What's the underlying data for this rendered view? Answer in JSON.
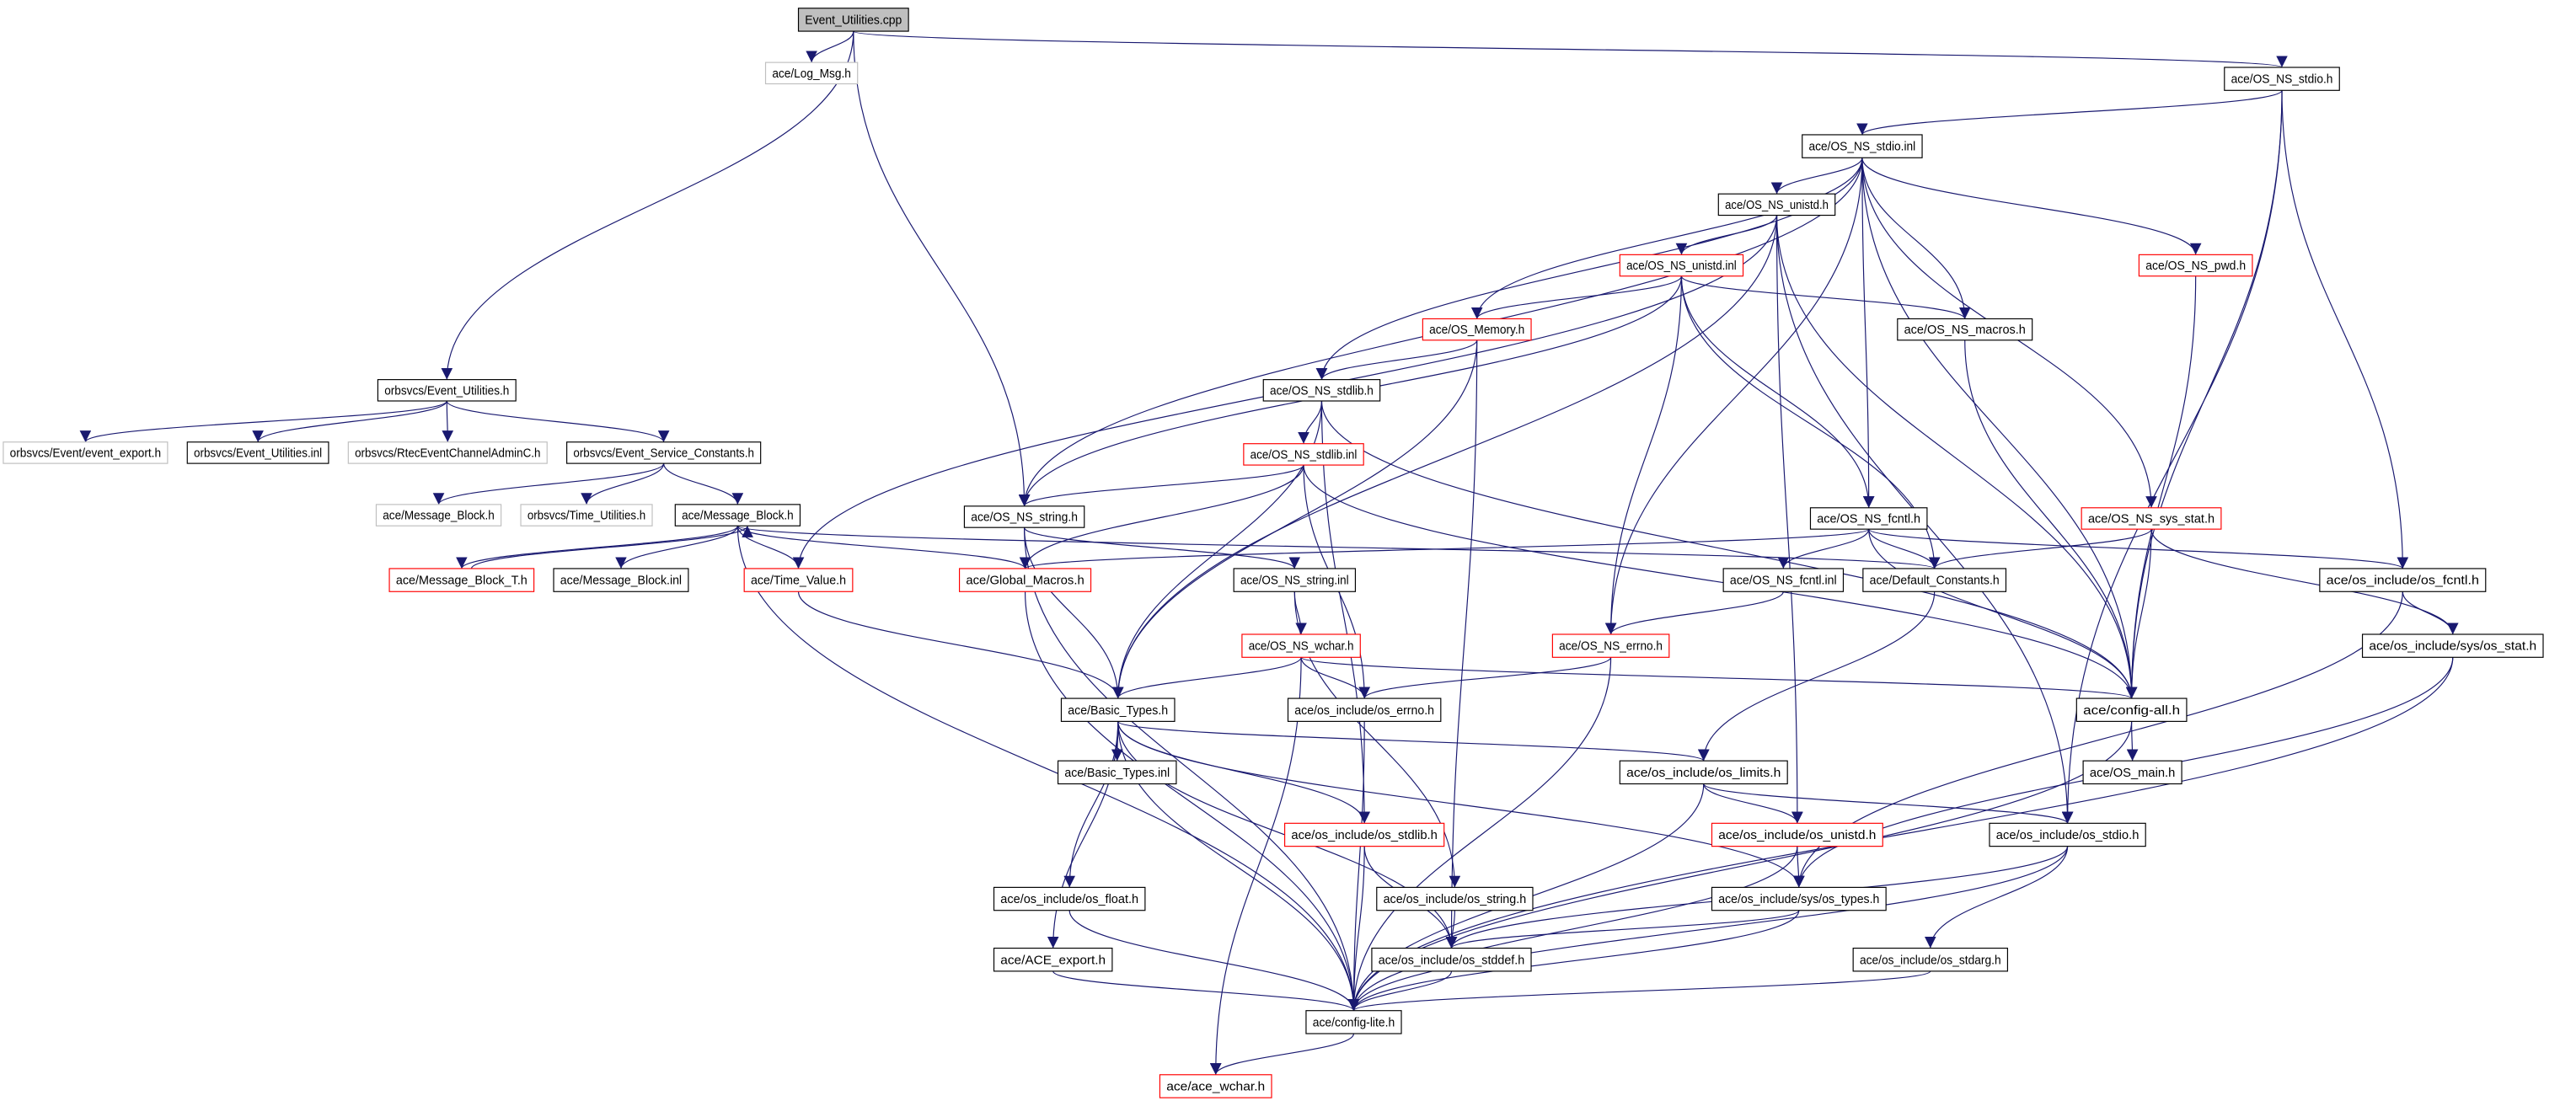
{
  "title": "Event_Utilities.cpp include dependency graph",
  "colors": {
    "edge": "#191970",
    "normal_border": "#000000",
    "red_border": "#ff0000",
    "gray_border": "#bfbfbf",
    "root_fill": "#bfbfbf"
  },
  "nodes": [
    {
      "id": "cpp",
      "label": "Event_Utilities.cpp",
      "style": "root"
    },
    {
      "id": "logmsg",
      "label": "ace/Log_Msg.h",
      "style": "gray"
    },
    {
      "id": "stdio_h",
      "label": "ace/OS_NS_stdio.h",
      "style": "normal"
    },
    {
      "id": "stdio_inl",
      "label": "ace/OS_NS_stdio.inl",
      "style": "normal"
    },
    {
      "id": "unistd_h",
      "label": "ace/OS_NS_unistd.h",
      "style": "normal"
    },
    {
      "id": "unistd_inl",
      "label": "ace/OS_NS_unistd.inl",
      "style": "red"
    },
    {
      "id": "pwd",
      "label": "ace/OS_NS_pwd.h",
      "style": "red"
    },
    {
      "id": "memory",
      "label": "ace/OS_Memory.h",
      "style": "red"
    },
    {
      "id": "macros",
      "label": "ace/OS_NS_macros.h",
      "style": "normal"
    },
    {
      "id": "stdlib_h",
      "label": "ace/OS_NS_stdlib.h",
      "style": "normal"
    },
    {
      "id": "eu_h",
      "label": "orbsvcs/Event_Utilities.h",
      "style": "normal"
    },
    {
      "id": "ev_export",
      "label": "orbsvcs/Event/event_export.h",
      "style": "gray"
    },
    {
      "id": "eu_inl",
      "label": "orbsvcs/Event_Utilities.inl",
      "style": "normal"
    },
    {
      "id": "rtec",
      "label": "orbsvcs/RtecEventChannelAdminC.h",
      "style": "gray"
    },
    {
      "id": "esc",
      "label": "orbsvcs/Event_Service_Constants.h",
      "style": "normal"
    },
    {
      "id": "stdlib_inl",
      "label": "ace/OS_NS_stdlib.inl",
      "style": "red"
    },
    {
      "id": "mb_gray",
      "label": "ace/Message_Block.h",
      "style": "gray"
    },
    {
      "id": "time_util",
      "label": "orbsvcs/Time_Utilities.h",
      "style": "gray"
    },
    {
      "id": "mb",
      "label": "ace/Message_Block.h",
      "style": "normal"
    },
    {
      "id": "string_h",
      "label": "ace/OS_NS_string.h",
      "style": "normal"
    },
    {
      "id": "fcntl_h",
      "label": "ace/OS_NS_fcntl.h",
      "style": "normal"
    },
    {
      "id": "sys_stat",
      "label": "ace/OS_NS_sys_stat.h",
      "style": "red"
    },
    {
      "id": "mb_t",
      "label": "ace/Message_Block_T.h",
      "style": "red"
    },
    {
      "id": "mb_inl",
      "label": "ace/Message_Block.inl",
      "style": "normal"
    },
    {
      "id": "time_value",
      "label": "ace/Time_Value.h",
      "style": "red"
    },
    {
      "id": "global_macros",
      "label": "ace/Global_Macros.h",
      "style": "red"
    },
    {
      "id": "string_inl",
      "label": "ace/OS_NS_string.inl",
      "style": "normal"
    },
    {
      "id": "fcntl_inl",
      "label": "ace/OS_NS_fcntl.inl",
      "style": "normal"
    },
    {
      "id": "default_const",
      "label": "ace/Default_Constants.h",
      "style": "normal"
    },
    {
      "id": "os_fcntl",
      "label": "ace/os_include/os_fcntl.h",
      "style": "normal"
    },
    {
      "id": "wchar_h",
      "label": "ace/OS_NS_wchar.h",
      "style": "red"
    },
    {
      "id": "errno_h",
      "label": "ace/OS_NS_errno.h",
      "style": "red"
    },
    {
      "id": "os_stat",
      "label": "ace/os_include/sys/os_stat.h",
      "style": "normal"
    },
    {
      "id": "basic_types",
      "label": "ace/Basic_Types.h",
      "style": "normal"
    },
    {
      "id": "os_errno",
      "label": "ace/os_include/os_errno.h",
      "style": "normal"
    },
    {
      "id": "config_all",
      "label": "ace/config-all.h",
      "style": "normal"
    },
    {
      "id": "basic_types_inl",
      "label": "ace/Basic_Types.inl",
      "style": "normal"
    },
    {
      "id": "os_limits",
      "label": "ace/os_include/os_limits.h",
      "style": "normal"
    },
    {
      "id": "os_main",
      "label": "ace/OS_main.h",
      "style": "normal"
    },
    {
      "id": "os_stdlib",
      "label": "ace/os_include/os_stdlib.h",
      "style": "red"
    },
    {
      "id": "os_unistd",
      "label": "ace/os_include/os_unistd.h",
      "style": "red"
    },
    {
      "id": "os_stdio",
      "label": "ace/os_include/os_stdio.h",
      "style": "normal"
    },
    {
      "id": "os_float",
      "label": "ace/os_include/os_float.h",
      "style": "normal"
    },
    {
      "id": "os_string",
      "label": "ace/os_include/os_string.h",
      "style": "normal"
    },
    {
      "id": "os_types",
      "label": "ace/os_include/sys/os_types.h",
      "style": "normal"
    },
    {
      "id": "ace_export",
      "label": "ace/ACE_export.h",
      "style": "normal"
    },
    {
      "id": "os_stddef",
      "label": "ace/os_include/os_stddef.h",
      "style": "normal"
    },
    {
      "id": "os_stdarg",
      "label": "ace/os_include/os_stdarg.h",
      "style": "normal"
    },
    {
      "id": "config_lite",
      "label": "ace/config-lite.h",
      "style": "normal"
    },
    {
      "id": "ace_wchar",
      "label": "ace/ace_wchar.h",
      "style": "red"
    }
  ],
  "edges": [
    [
      "cpp",
      "logmsg"
    ],
    [
      "cpp",
      "eu_h"
    ],
    [
      "cpp",
      "stdio_h"
    ],
    [
      "cpp",
      "string_h"
    ],
    [
      "eu_h",
      "ev_export"
    ],
    [
      "eu_h",
      "eu_inl"
    ],
    [
      "eu_h",
      "rtec"
    ],
    [
      "eu_h",
      "esc"
    ],
    [
      "esc",
      "mb_gray"
    ],
    [
      "esc",
      "time_util"
    ],
    [
      "esc",
      "mb"
    ],
    [
      "mb",
      "mb_t"
    ],
    [
      "mb",
      "mb_inl"
    ],
    [
      "mb",
      "time_value"
    ],
    [
      "mb",
      "global_macros"
    ],
    [
      "mb",
      "config_lite"
    ],
    [
      "mb",
      "default_const"
    ],
    [
      "mb_t",
      "mb"
    ],
    [
      "stdio_h",
      "stdio_inl"
    ],
    [
      "stdio_h",
      "config_all"
    ],
    [
      "stdio_h",
      "os_fcntl"
    ],
    [
      "stdio_h",
      "os_stdio"
    ],
    [
      "stdio_inl",
      "unistd_h"
    ],
    [
      "stdio_inl",
      "pwd"
    ],
    [
      "stdio_inl",
      "macros"
    ],
    [
      "stdio_inl",
      "memory"
    ],
    [
      "stdio_inl",
      "stdlib_h"
    ],
    [
      "stdio_inl",
      "string_h"
    ],
    [
      "stdio_inl",
      "errno_h"
    ],
    [
      "stdio_inl",
      "fcntl_h"
    ],
    [
      "stdio_inl",
      "sys_stat"
    ],
    [
      "stdio_inl",
      "config_all"
    ],
    [
      "unistd_h",
      "unistd_inl"
    ],
    [
      "unistd_h",
      "time_value"
    ],
    [
      "unistd_h",
      "basic_types"
    ],
    [
      "unistd_h",
      "os_unistd"
    ],
    [
      "unistd_h",
      "os_stdio"
    ],
    [
      "unistd_h",
      "config_all"
    ],
    [
      "unistd_inl",
      "memory"
    ],
    [
      "unistd_inl",
      "string_h"
    ],
    [
      "unistd_inl",
      "macros"
    ],
    [
      "unistd_inl",
      "errno_h"
    ],
    [
      "unistd_inl",
      "fcntl_h"
    ],
    [
      "unistd_inl",
      "default_const"
    ],
    [
      "pwd",
      "config_all"
    ],
    [
      "memory",
      "stdlib_h"
    ],
    [
      "memory",
      "basic_types"
    ],
    [
      "memory",
      "os_stddef"
    ],
    [
      "macros",
      "config_all"
    ],
    [
      "stdlib_h",
      "stdlib_inl"
    ],
    [
      "stdlib_h",
      "basic_types"
    ],
    [
      "stdlib_h",
      "config_all"
    ],
    [
      "stdlib_h",
      "os_stdlib"
    ],
    [
      "stdlib_inl",
      "string_h"
    ],
    [
      "stdlib_inl",
      "global_macros"
    ],
    [
      "stdlib_inl",
      "os_errno"
    ],
    [
      "stdlib_inl",
      "config_all"
    ],
    [
      "string_h",
      "string_inl"
    ],
    [
      "string_h",
      "basic_types"
    ],
    [
      "string_h",
      "config_lite"
    ],
    [
      "string_inl",
      "wchar_h"
    ],
    [
      "string_inl",
      "os_string"
    ],
    [
      "fcntl_h",
      "fcntl_inl"
    ],
    [
      "fcntl_h",
      "default_const"
    ],
    [
      "fcntl_h",
      "global_macros"
    ],
    [
      "fcntl_h",
      "os_fcntl"
    ],
    [
      "fcntl_h",
      "config_all"
    ],
    [
      "fcntl_inl",
      "errno_h"
    ],
    [
      "sys_stat",
      "default_const"
    ],
    [
      "sys_stat",
      "os_stat"
    ],
    [
      "sys_stat",
      "config_all"
    ],
    [
      "global_macros",
      "config_lite"
    ],
    [
      "time_value",
      "basic_types"
    ],
    [
      "default_const",
      "os_limits"
    ],
    [
      "os_fcntl",
      "os_stat"
    ],
    [
      "os_fcntl",
      "os_types"
    ],
    [
      "wchar_h",
      "basic_types"
    ],
    [
      "wchar_h",
      "os_errno"
    ],
    [
      "wchar_h",
      "config_all"
    ],
    [
      "wchar_h",
      "ace_wchar"
    ],
    [
      "errno_h",
      "os_errno"
    ],
    [
      "errno_h",
      "config_lite"
    ],
    [
      "os_stat",
      "os_types"
    ],
    [
      "os_stat",
      "config_lite"
    ],
    [
      "basic_types",
      "basic_types_inl"
    ],
    [
      "basic_types",
      "os_limits"
    ],
    [
      "basic_types",
      "os_stdlib"
    ],
    [
      "basic_types",
      "os_float"
    ],
    [
      "basic_types",
      "ace_export"
    ],
    [
      "basic_types",
      "config_lite"
    ],
    [
      "basic_types",
      "os_stddef"
    ],
    [
      "basic_types",
      "os_types"
    ],
    [
      "os_errno",
      "config_lite"
    ],
    [
      "config_all",
      "os_main"
    ],
    [
      "config_all",
      "config_lite"
    ],
    [
      "os_limits",
      "os_unistd"
    ],
    [
      "os_limits",
      "os_stdio"
    ],
    [
      "os_limits",
      "config_lite"
    ],
    [
      "os_stdlib",
      "os_stddef"
    ],
    [
      "os_stdlib",
      "config_lite"
    ],
    [
      "os_unistd",
      "os_types"
    ],
    [
      "os_unistd",
      "config_lite"
    ],
    [
      "os_stdio",
      "os_stddef"
    ],
    [
      "os_stdio",
      "os_stdarg"
    ],
    [
      "os_stdio",
      "config_lite"
    ],
    [
      "os_float",
      "config_lite"
    ],
    [
      "os_string",
      "os_stddef"
    ],
    [
      "os_types",
      "os_stddef"
    ],
    [
      "os_types",
      "config_lite"
    ],
    [
      "ace_export",
      "config_lite"
    ],
    [
      "os_stddef",
      "config_lite"
    ],
    [
      "os_stdarg",
      "config_lite"
    ],
    [
      "config_lite",
      "ace_wchar"
    ]
  ]
}
